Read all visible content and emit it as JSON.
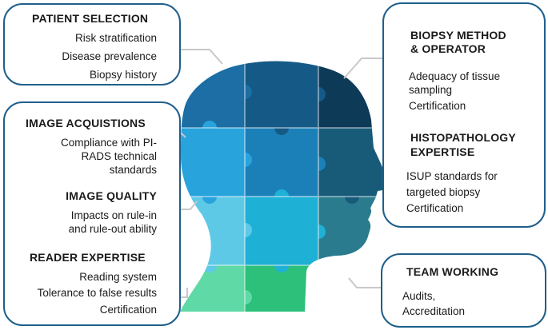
{
  "left": {
    "patient_selection": {
      "title": "PATIENT SELECTION",
      "items": [
        "Risk stratification",
        "Disease prevalence",
        "Biopsy history"
      ]
    },
    "image_acquisitions": {
      "title": "IMAGE ACQUISTIONS",
      "items": [
        "Compliance with PI-",
        "RADS technical",
        "standards"
      ]
    },
    "image_quality": {
      "title": "IMAGE QUALITY",
      "items": [
        "Impacts on rule-in",
        "and rule-out ability"
      ]
    },
    "reader_expertise": {
      "title": "READER EXPERTISE",
      "items": [
        "Reading system",
        "Tolerance to false results",
        "Certification"
      ]
    }
  },
  "right": {
    "biopsy": {
      "title_lines": [
        "BIOPSY METHOD",
        "& OPERATOR"
      ],
      "items": [
        "Adequacy of  tissue",
        "sampling",
        "Certification"
      ]
    },
    "histopathology": {
      "title_lines": [
        "HISTOPATHOLOGY",
        "EXPERTISE"
      ],
      "items": [
        "ISUP standards for",
        "targeted biopsy",
        "Certification"
      ]
    },
    "team_working": {
      "title": "TEAM WORKING",
      "items": [
        "Audits,",
        "Accreditation"
      ]
    }
  },
  "colors": {
    "border": "#1f5f8b",
    "connector": "#c8c8c8",
    "puzzle": [
      "#1c6ea4",
      "#155a86",
      "#0d3a57",
      "#29a3dc",
      "#1c80b8",
      "#175b79",
      "#5ec9e6",
      "#1fb0d6",
      "#2a7b8e",
      "#5fd9a6",
      "#2cc07a"
    ]
  }
}
